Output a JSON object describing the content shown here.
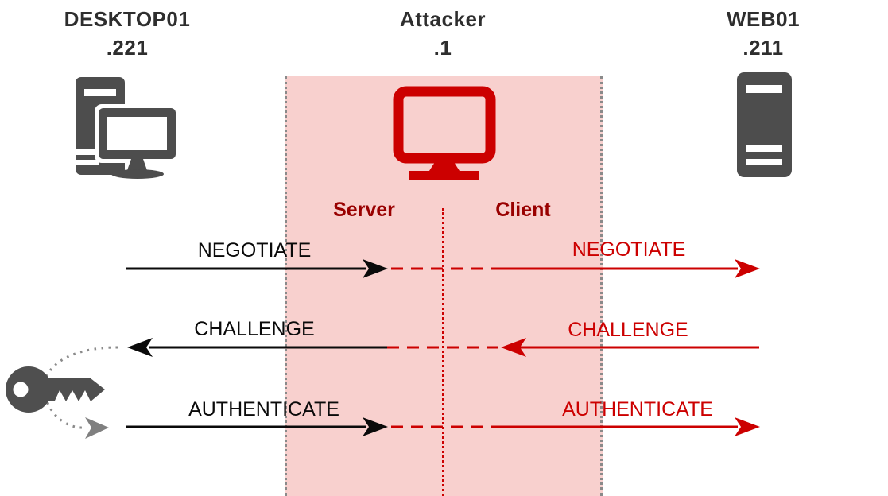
{
  "nodes": {
    "victim": {
      "name": "DESKTOP01",
      "address": ".221"
    },
    "attacker": {
      "name": "Attacker",
      "address": ".1",
      "server_label": "Server",
      "client_label": "Client"
    },
    "target": {
      "name": "WEB01",
      "address": ".211"
    }
  },
  "flows": {
    "rows": [
      {
        "victim_label": "NEGOTIATE",
        "target_label": "NEGOTIATE",
        "direction": "to-target"
      },
      {
        "victim_label": "CHALLENGE",
        "target_label": "CHALLENGE",
        "direction": "to-victim"
      },
      {
        "victim_label": "AUTHENTICATE",
        "target_label": "AUTHENTICATE",
        "direction": "to-target"
      }
    ]
  },
  "icons": {
    "victim": "desktop-computer-icon",
    "attacker": "monitor-icon",
    "target": "server-tower-icon",
    "secret": "key-icon"
  },
  "colors": {
    "attack_red": "#cc0000",
    "role_dark_red": "#990000",
    "zone_pink": "#f8d0ce",
    "icon_gray": "#4d4d4d",
    "line_black": "#0a0a0a",
    "dotted_gray": "#8a8a8a"
  }
}
